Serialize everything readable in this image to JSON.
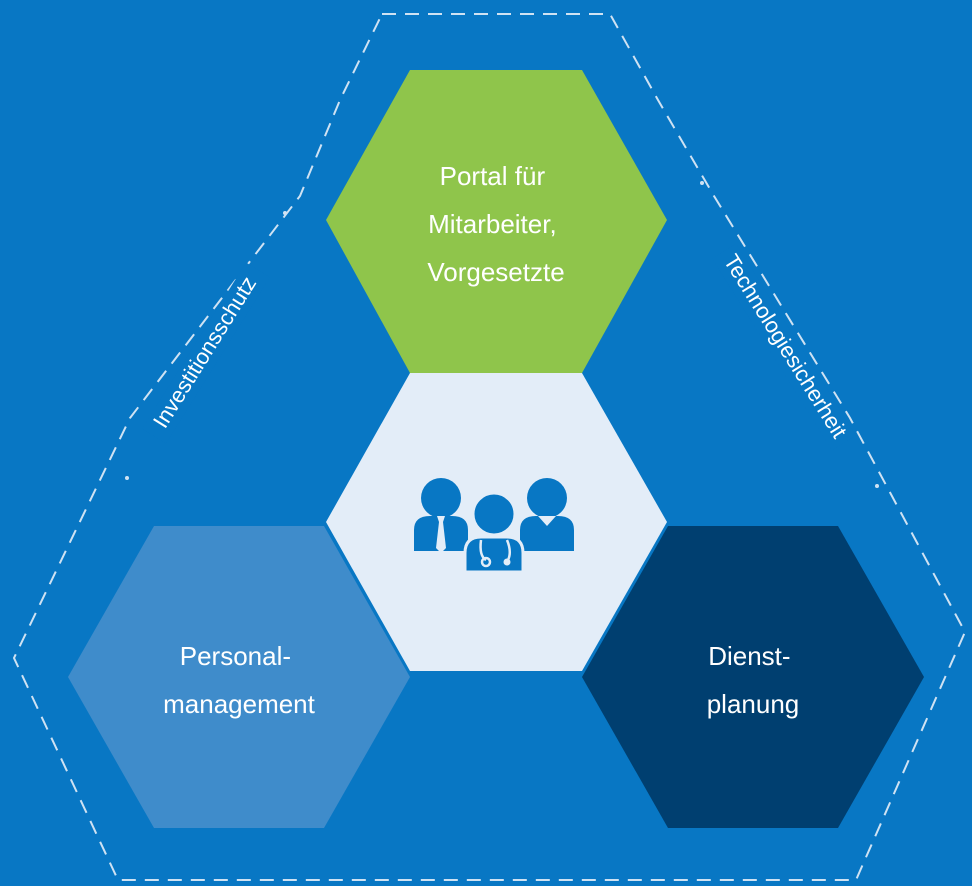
{
  "colors": {
    "background": "#0877c4",
    "outline": "#cfe2f3",
    "portal": "#8fc54b",
    "center": "#e3edf8",
    "personal": "#3f8ccb",
    "dienst": "#003f70",
    "people_icon": "#0877c4",
    "label_text": "#ffffff"
  },
  "center": {
    "icon": "medical-team-people-icon"
  },
  "hexagons": {
    "portal": {
      "lines": [
        "Portal für",
        "Mitarbeiter,",
        "Vorgesetzte"
      ]
    },
    "personal": {
      "lines": [
        "Personal-",
        "management"
      ]
    },
    "dienst": {
      "lines": [
        "Dienst-",
        "planung"
      ]
    }
  },
  "sides": {
    "left": "Investitionsschutz",
    "right": "Technologiesicherheit"
  }
}
